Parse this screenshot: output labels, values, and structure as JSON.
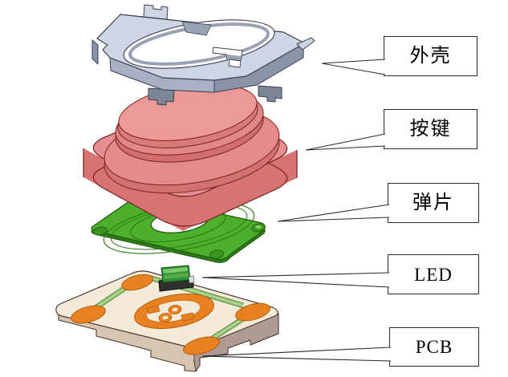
{
  "figure": {
    "type": "exploded-view-diagram",
    "background": "#ffffff"
  },
  "labels": [
    {
      "name": "housing",
      "text": "外壳"
    },
    {
      "name": "button",
      "text": "按键"
    },
    {
      "name": "spring-plate",
      "text": "弹片"
    },
    {
      "name": "led",
      "text": "LED"
    },
    {
      "name": "pcb",
      "text": "PCB"
    }
  ],
  "colors": {
    "housing_metal": "#ced5e4",
    "housing_wall": "#a9b0c5",
    "housing_dark": "#8b93a9",
    "button_pink": "#e59090",
    "button_side": "#d57472",
    "spring_green": "#4db02c",
    "led_green": "#2f8f33",
    "pcb_cream": "#f3ead8",
    "pcb_side_light": "#d8c5b0",
    "pcb_side_dark": "#b29a94",
    "pad_orange": "#e8811f",
    "trace_green": "#a9d28f",
    "outline": "#2a2a2a"
  }
}
